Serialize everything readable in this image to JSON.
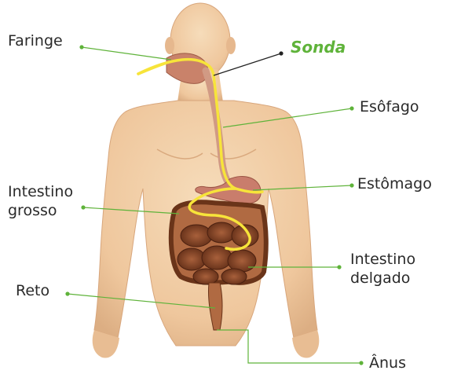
{
  "labels": {
    "faringe": "Faringe",
    "sonda": "Sonda",
    "esofago": "Esôfago",
    "estomago": "Estômago",
    "intestino_grosso_1": "Intestino",
    "intestino_grosso_2": "grosso",
    "intestino_delgado_1": "Intestino",
    "intestino_delgado_2": "delgado",
    "reto": "Reto",
    "anus": "Ânus"
  },
  "colors": {
    "skin": "#f2cfa6",
    "skin_shadow": "#d9a97e",
    "organ": "#c9826a",
    "intestine": "#8a4a2a",
    "probe": "#f7e43a",
    "leader_green": "#5fb33a",
    "leader_black": "#222222",
    "label_probe": "#5fb33a"
  }
}
